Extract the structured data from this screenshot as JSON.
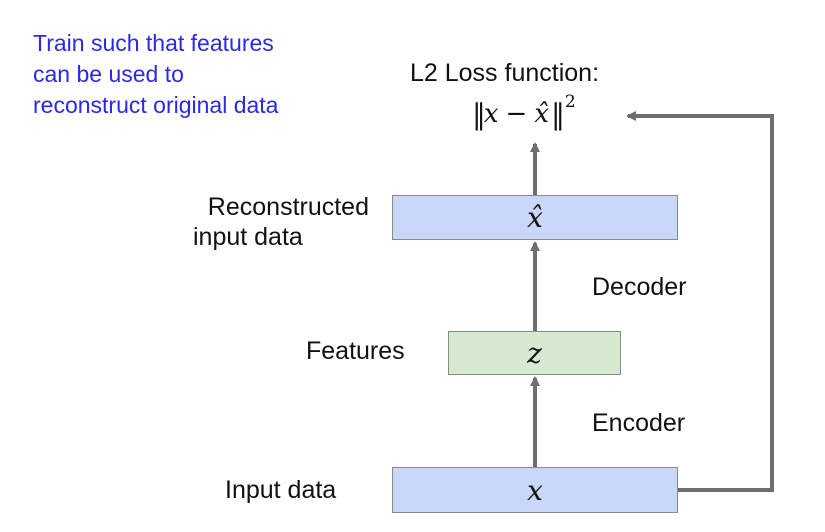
{
  "note": {
    "lines": [
      "Train such that features",
      "can be used to",
      "reconstruct original data"
    ]
  },
  "loss": {
    "title": "L2 Loss function:",
    "formula_x": "x",
    "formula_minus": "−",
    "formula_xhat": "x̂",
    "formula_exp": "2"
  },
  "nodes": {
    "reconstructed": {
      "label_line1": "Reconstructed",
      "label_line2": "input data",
      "symbol": "x̂"
    },
    "features": {
      "label": "Features",
      "symbol": "z"
    },
    "input": {
      "label": "Input data",
      "symbol": "x"
    }
  },
  "edges": {
    "decoder": "Decoder",
    "encoder": "Encoder"
  },
  "colors": {
    "note_text": "#2a2ae6",
    "blue_box": "#c9d8f8",
    "green_box": "#d6ead2",
    "arrow": "#6e6e6e"
  }
}
